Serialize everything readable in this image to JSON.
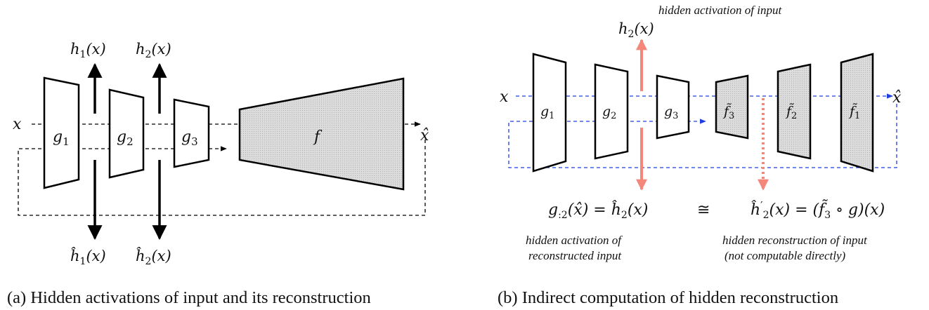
{
  "panel_a": {
    "caption": "(a) Hidden activations of input and its reconstruction",
    "input": "x",
    "output": "x̂",
    "encoders": [
      "g",
      "g",
      "g"
    ],
    "encoder_subs": [
      "1",
      "2",
      "3"
    ],
    "decoder": "f",
    "activations_top": [
      {
        "base": "h",
        "sub": "1",
        "arg": "(x)"
      },
      {
        "base": "h",
        "sub": "2",
        "arg": "(x)"
      }
    ],
    "activations_bottom": [
      {
        "base": "ĥ",
        "sub": "1",
        "arg": "(x)"
      },
      {
        "base": "ĥ",
        "sub": "2",
        "arg": "(x)"
      }
    ]
  },
  "panel_b": {
    "caption": "(b) Indirect computation of hidden reconstruction",
    "input": "x",
    "output": "x̂",
    "encoders": [
      "g",
      "g",
      "g"
    ],
    "encoder_subs": [
      "1",
      "2",
      "3"
    ],
    "decoders": [
      "f̃",
      "f̃",
      "f̃"
    ],
    "decoder_subs": [
      "3",
      "2",
      "1"
    ],
    "top_activation": {
      "base": "h",
      "sub": "2",
      "arg": "(x)"
    },
    "top_note": "hidden activation of input",
    "eq_left": {
      "base": "g",
      "sub": ":2",
      "arg": "(x̂) = ĥ",
      "sub2": "2",
      "tail": "(x)"
    },
    "approx": "≅",
    "eq_right": {
      "base": "ĥ",
      "prime": "′",
      "sub": "2",
      "arg": "(x) = (",
      "f": "f̃",
      "fsub": "3",
      "tail": " ∘ g)(x)"
    },
    "note_left": [
      "hidden activation of",
      "reconstructed input"
    ],
    "note_right": [
      "hidden reconstruction of input",
      "(not computable directly)"
    ]
  },
  "colors": {
    "forward_path": "#1f3fe0",
    "activation_arrow": "#f4877a",
    "decoder_fill": "#d9d9d9",
    "stroke": "#000000"
  }
}
